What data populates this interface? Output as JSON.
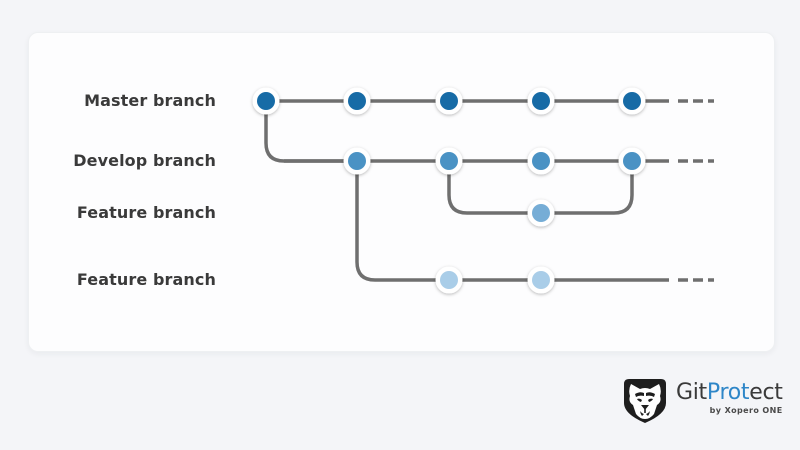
{
  "page": {
    "background": "#f4f5f8",
    "card_background": "#fdfdfe"
  },
  "colors": {
    "page-bg": "#f4f5f8",
    "line-color": "#6f6f6f",
    "master-dot": "#176ba6",
    "develop-dot": "#4a92c4",
    "feature-dot": "#76add6",
    "feature-light-dot": "#a9cde8",
    "logo-dark": "#3a3a3a",
    "logo-blue": "#2e86c8"
  },
  "diagram": {
    "type": "git-branching-graph",
    "branches": [
      {
        "name": "master",
        "label": "Master branch",
        "commit_count": 5,
        "commit_columns": [
          1,
          2,
          3,
          4,
          5
        ],
        "dot_color": "#176ba6",
        "continues_dashed": true
      },
      {
        "name": "develop",
        "label": "Develop branch",
        "commit_count": 4,
        "commit_columns": [
          2,
          3,
          4,
          5
        ],
        "dot_color": "#4a92c4",
        "branched_from": "master",
        "continues_dashed": true
      },
      {
        "name": "feature-upper",
        "label": "Feature branch",
        "commit_count": 1,
        "commit_columns": [
          4
        ],
        "dot_color": "#76add6",
        "branched_from": "develop",
        "merges_into": "develop"
      },
      {
        "name": "feature-lower",
        "label": "Feature branch",
        "commit_count": 2,
        "commit_columns": [
          3,
          4
        ],
        "dot_color": "#a9cde8",
        "branched_from": "develop",
        "continues_dashed": true
      }
    ]
  },
  "logo": {
    "icon": "lion-shield-icon",
    "brand_part1": "Git",
    "brand_part2": "Prot",
    "brand_part3": "ect",
    "tagline": "by Xopero ONE"
  }
}
